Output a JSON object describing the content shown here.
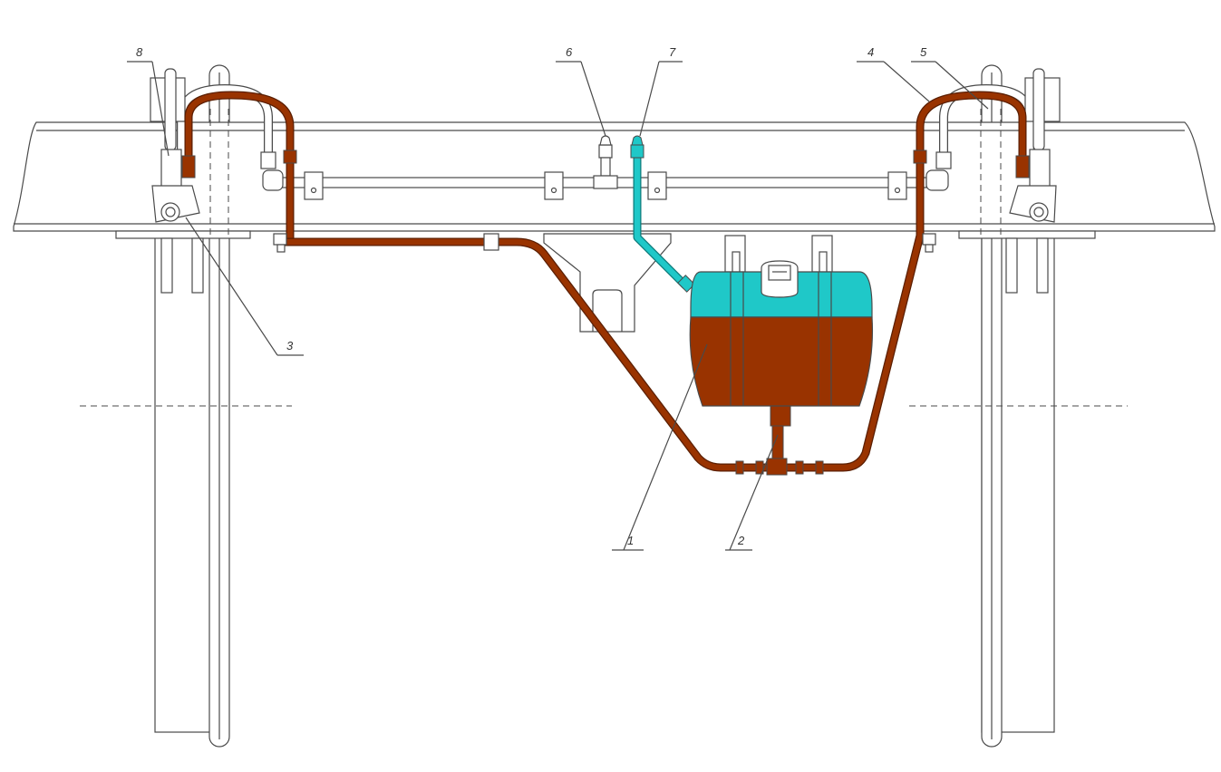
{
  "colors": {
    "brake_fluid": "#993300",
    "brake_fluid_dark": "#5a1e00",
    "air_zone": "#1fc8c8",
    "air_dark": "#0c7a7a",
    "line": "#4a4a4a",
    "background": "#ffffff"
  },
  "callouts": [
    {
      "id": "1",
      "label": "1"
    },
    {
      "id": "2",
      "label": "2"
    },
    {
      "id": "3",
      "label": "3"
    },
    {
      "id": "4",
      "label": "4"
    },
    {
      "id": "5",
      "label": "5"
    },
    {
      "id": "6",
      "label": "6"
    },
    {
      "id": "7",
      "label": "7"
    },
    {
      "id": "8",
      "label": "8"
    }
  ]
}
